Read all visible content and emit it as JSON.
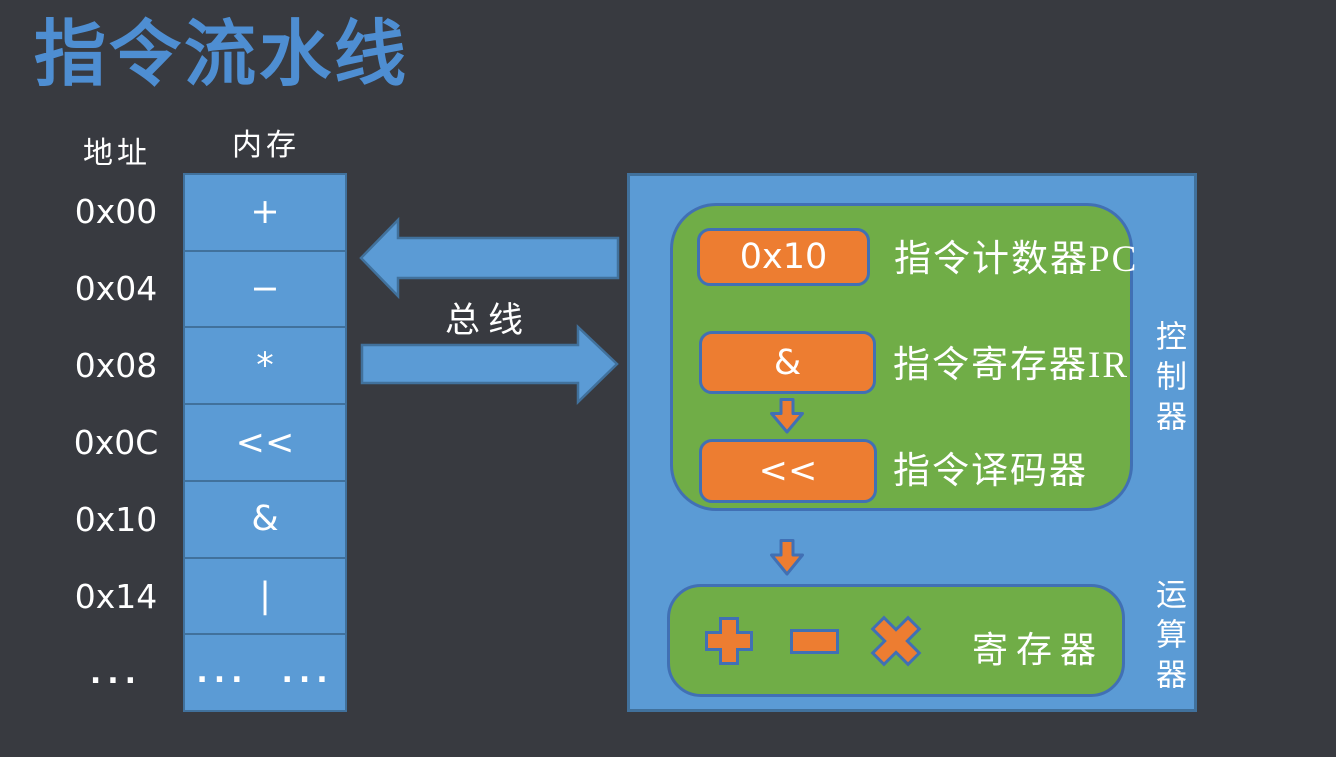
{
  "title": "指令流水线",
  "colors": {
    "background": "#383A40",
    "accent_blue": "#5B9BD5",
    "accent_green": "#70AD47",
    "accent_orange": "#ED7D31",
    "border_dark_blue": "#41719C",
    "border_blue": "#4170B4",
    "title_blue": "#4E8ED2"
  },
  "memory": {
    "address_header": "地址",
    "memory_header": "内存",
    "rows": [
      {
        "address": "0x00",
        "value": "+"
      },
      {
        "address": "0x04",
        "value": "−"
      },
      {
        "address": "0x08",
        "value": "*"
      },
      {
        "address": "0x0C",
        "value": "<<"
      },
      {
        "address": "0x10",
        "value": "&"
      },
      {
        "address": "0x14",
        "value": "|"
      },
      {
        "address": "...",
        "value": "...  ..."
      }
    ]
  },
  "bus": {
    "label": "总线"
  },
  "cpu": {
    "controller": {
      "side_label": "控制器",
      "rows": [
        {
          "value": "0x10",
          "label": "指令计数器PC"
        },
        {
          "value": "&",
          "label": "指令寄存器IR"
        },
        {
          "value": "<<",
          "label": "指令译码器"
        }
      ]
    },
    "alu": {
      "side_label": "运算器",
      "register_label": "寄存器",
      "operators": [
        "+",
        "−",
        "×"
      ]
    }
  }
}
